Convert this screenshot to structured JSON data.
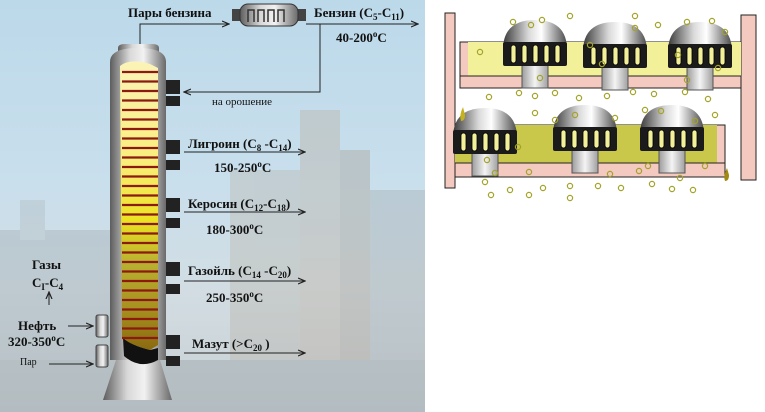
{
  "left_diagram": {
    "title": "Fractional distillation column",
    "top": {
      "vapors_label": "Пары бензина",
      "gasoline_name": "Бензин (C",
      "gasoline_c1": "5",
      "gasoline_sep": "-C",
      "gasoline_c2": "11",
      "gasoline_close": ")",
      "gasoline_temp": "40-200",
      "reflux_label": "на орошение"
    },
    "fractions": [
      {
        "name": "Лигроин (C",
        "c1": "8",
        "sep": " -C",
        "c2": "14",
        "close": ")",
        "temp": "150-250"
      },
      {
        "name": "Керосин (C",
        "c1": "12",
        "sep": "-C",
        "c2": "18",
        "close": ")",
        "temp": "180-300"
      },
      {
        "name": "Газойль (C",
        "c1": "14",
        "sep": " -C",
        "c2": "20",
        "close": ")",
        "temp": "250-350"
      },
      {
        "name": "Мазут  (>C",
        "c1": "20",
        "close": " )"
      }
    ],
    "inputs": {
      "gases_label": "Газы",
      "gases_formula_a": "C",
      "gases_c1": "I",
      "gases_formula_b": "-C",
      "gases_c2": "4",
      "oil_label": "Нефть",
      "oil_temp": "320-350",
      "steam_label": "Пар"
    },
    "degree_symbol": "o",
    "celsius": "C"
  },
  "right_diagram": {
    "title": "Bubble-cap tray cross-section",
    "trays": 2,
    "caps_per_tray": 3
  },
  "colors": {
    "liquid_light": "#f3f09a",
    "liquid_dark": "#c9c84a",
    "tray_wall": "#f4c9bf",
    "bubble": "#a3a32a",
    "column_yellow": "#f7e85a",
    "tray_line": "#8b1a10"
  }
}
